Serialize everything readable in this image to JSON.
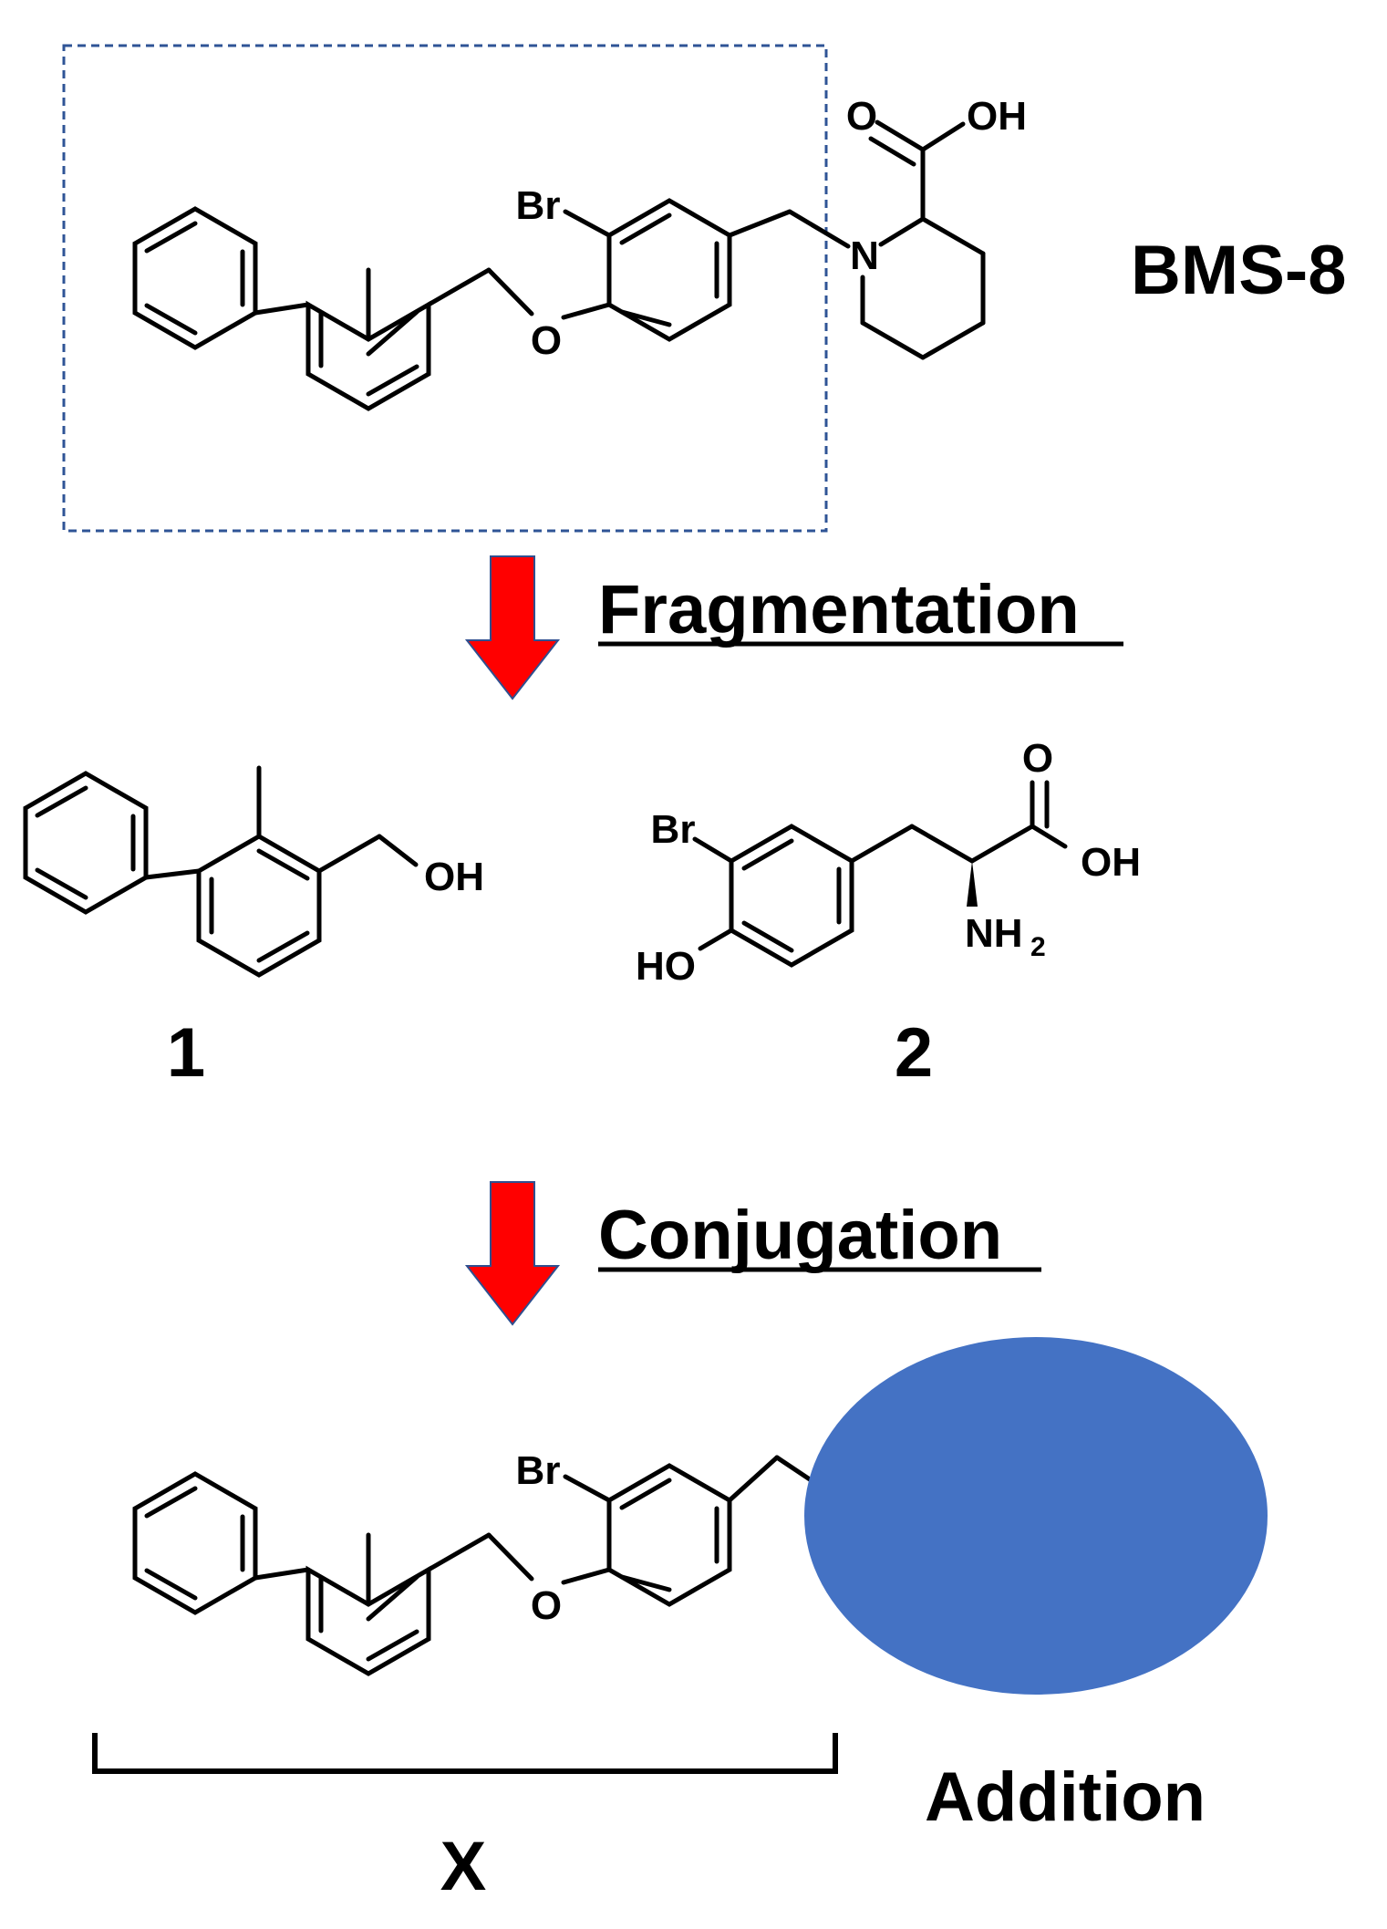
{
  "compound_name": "BMS-8",
  "steps": [
    {
      "label": "Fragmentation"
    },
    {
      "label": "Conjugation"
    }
  ],
  "fragments": [
    {
      "label": "1"
    },
    {
      "label": "2"
    }
  ],
  "conjugate": {
    "bracket_label": "X",
    "addition_label": "Addition"
  },
  "atoms": {
    "br": "Br",
    "o": "O",
    "n": "N",
    "oh": "OH",
    "ho": "HO",
    "nh": "NH",
    "sub2": "2"
  },
  "colors": {
    "arrow_fill": "#ff0000",
    "arrow_outline": "#2f4f8f",
    "selection_box": "#2f5496",
    "addition_blob": "#4472c4"
  }
}
